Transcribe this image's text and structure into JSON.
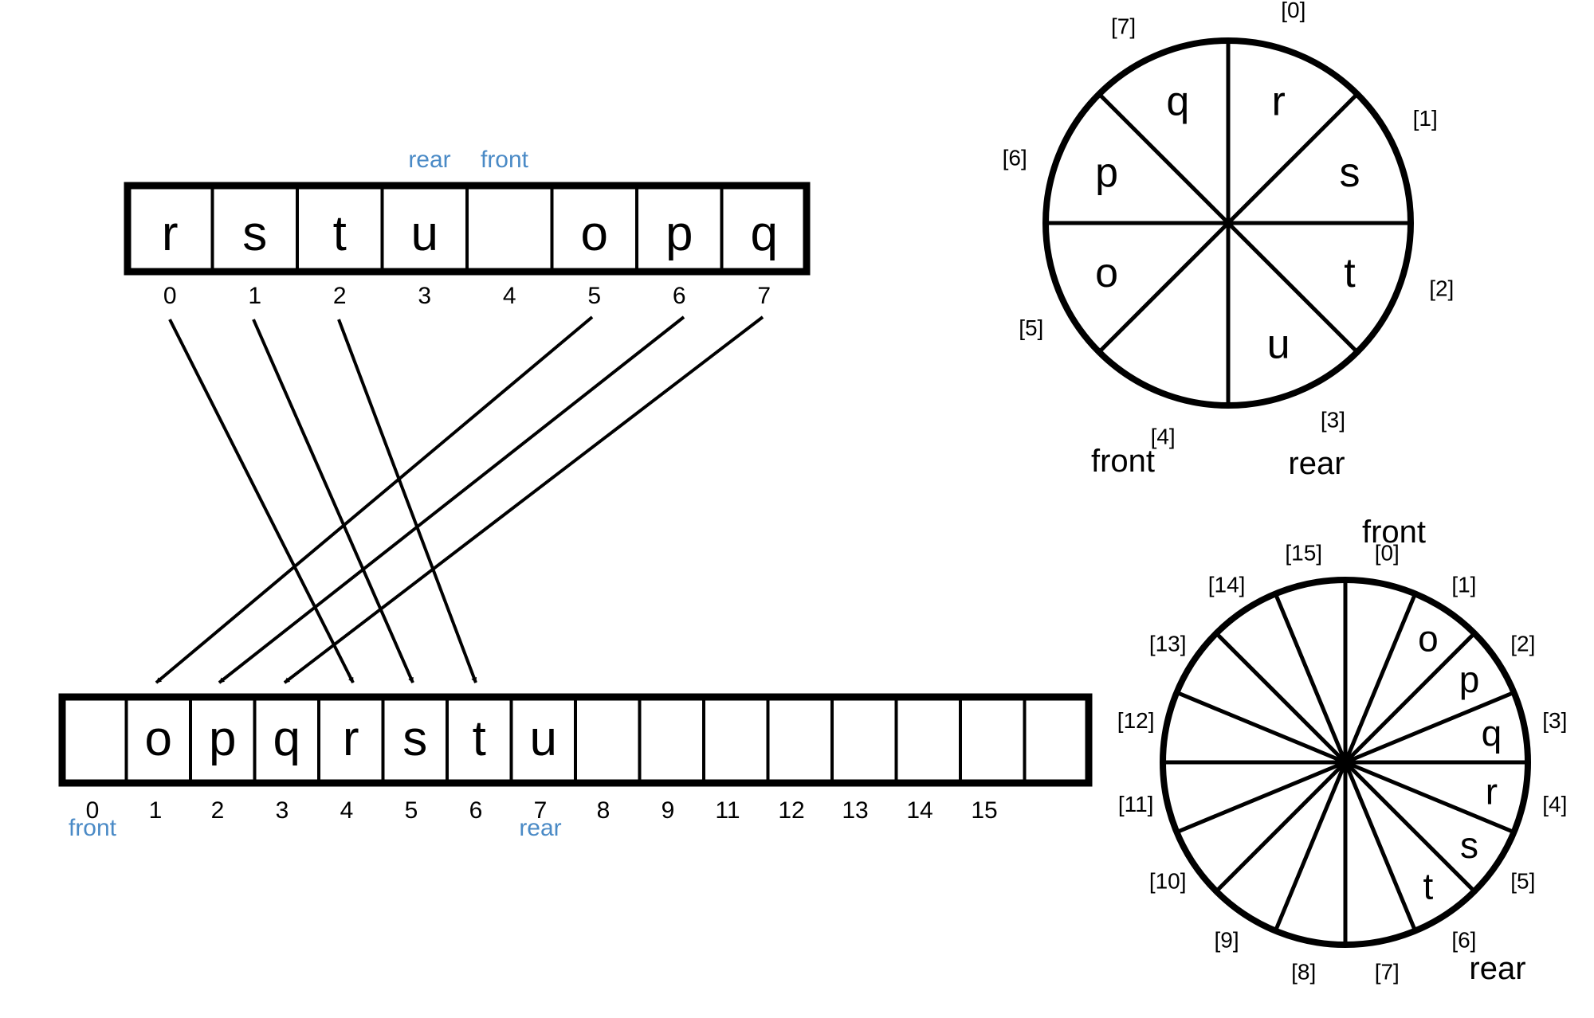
{
  "old_array": {
    "values": [
      "r",
      "s",
      "t",
      "u",
      "",
      "o",
      "p",
      "q"
    ],
    "indices": [
      "0",
      "1",
      "2",
      "3",
      "4",
      "5",
      "6",
      "7"
    ],
    "rear_label": "rear",
    "front_label": "front"
  },
  "new_array": {
    "values": [
      "",
      "o",
      "p",
      "q",
      "r",
      "s",
      "t",
      "u",
      "",
      "",
      "",
      "",
      "",
      "",
      "",
      ""
    ],
    "indices": [
      "0",
      "1",
      "2",
      "3",
      "4",
      "5",
      "6",
      "7",
      "8",
      "9",
      "11",
      "12",
      "13",
      "14",
      "15"
    ],
    "front_label": "front",
    "rear_label": "rear"
  },
  "arrows": [
    {
      "from": "0",
      "to": "4"
    },
    {
      "from": "1",
      "to": "5"
    },
    {
      "from": "2",
      "to": "6"
    },
    {
      "from": "5",
      "to": "1"
    },
    {
      "from": "6",
      "to": "2"
    },
    {
      "from": "7",
      "to": "3"
    }
  ],
  "circle_small": {
    "slot_labels": [
      "[0]",
      "[1]",
      "[2]",
      "[3]",
      "[4]",
      "[5]",
      "[6]",
      "[7]"
    ],
    "values": [
      "r",
      "s",
      "t",
      "u",
      "",
      "o",
      "p",
      "q"
    ],
    "front_label": "front",
    "rear_label": "rear"
  },
  "circle_large": {
    "slot_labels": [
      "[0]",
      "[1]",
      "[2]",
      "[3]",
      "[4]",
      "[5]",
      "[6]",
      "[7]",
      "[8]",
      "[9]",
      "[10]",
      "[11]",
      "[12]",
      "[13]",
      "[14]",
      "[15]"
    ],
    "values": [
      "",
      "o",
      "p",
      "q",
      "r",
      "s",
      "t",
      "",
      "",
      "",
      "",
      "",
      "",
      "",
      "",
      ""
    ],
    "front_label": "front",
    "rear_label": "rear"
  },
  "colors": {
    "ink": "#000000",
    "annotation": "#4a8ac6"
  }
}
